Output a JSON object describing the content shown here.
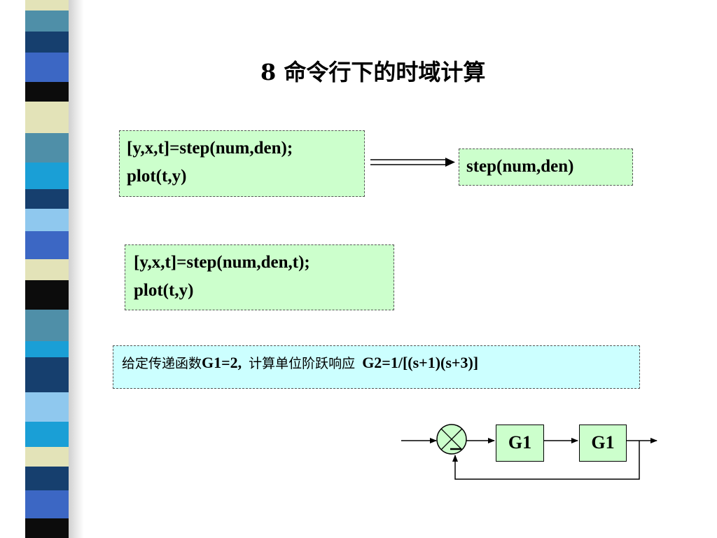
{
  "slide": {
    "title": "8 命令行下的时域计算",
    "code_block_1": {
      "line1": "[y,x,t]=step(num,den);",
      "line2": "plot(t,y)"
    },
    "code_block_2": {
      "line1": "step(num,den)"
    },
    "code_block_3": {
      "line1": "[y,x,t]=step(num,den,t);",
      "line2": "plot(t,y)"
    },
    "task": {
      "text_cn_1": "给定传递函数",
      "text_en_1": "G1=2,",
      "text_cn_2": "计算单位阶跃响应",
      "text_en_2": "G2=1/[(s+1)(s+3)]"
    },
    "block_diagram": {
      "block1_label": "G1",
      "block2_label": "G1",
      "summing_sign": "_"
    },
    "colors": {
      "code_box_fill": "#ccffcc",
      "task_box_fill": "#ccffff",
      "border": "#555555"
    }
  }
}
